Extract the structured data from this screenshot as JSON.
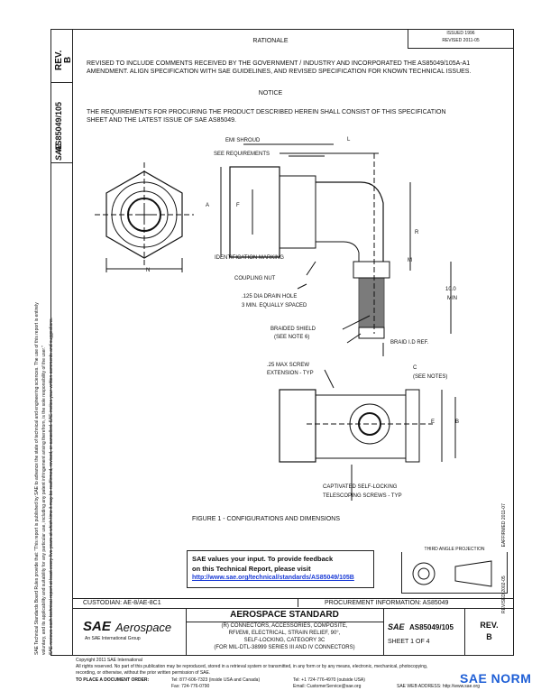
{
  "sidebar": {
    "rev_label": "REV.",
    "rev_value": "B",
    "doc_number": "AS85049/105",
    "sae_mark": "SAE",
    "legal_1": "SAE Technical Standards Board Rules provide that: \"This report is published by SAE to advance the state of technical and engineering sciences. The use of this report is entirely",
    "legal_2": "voluntary, and its applicability and suitability for any particular use, including any patent infringement arising therefrom, is the sole responsibility of the user.\"",
    "legal_3": "SAE reviews each technical report at least every five years at which time it may be reaffirmed, revised, or cancelled. SAE invites your written comments and suggestions."
  },
  "header": {
    "issued": "ISSUED 1996",
    "revised_line": "REVISED 2011-05",
    "rationale_title": "RATIONALE",
    "rationale_text": "REVISED TO INCLUDE COMMENTS RECEIVED BY THE GOVERNMENT / INDUSTRY AND INCORPORATED THE AS85049/105A-A1 AMENDMENT. ALIGN SPECIFICATION WITH SAE GUIDELINES, AND REVISED SPECIFICATION FOR KNOWN TECHNICAL ISSUES.",
    "notice_title": "NOTICE",
    "notice_text": "THE REQUIREMENTS FOR PROCURING THE PRODUCT DESCRIBED HEREIN SHALL CONSIST OF THIS SPECIFICATION SHEET AND THE LATEST ISSUE OF SAE AS85049."
  },
  "drawing": {
    "labels": {
      "emi_shroud": "EMI SHROUD",
      "see_requirements": "SEE REQUIREMENTS",
      "identification_marking": "IDENTIFICATION MARKING",
      "coupling_nut": "COUPLING NUT",
      "drain_hole_1": ".125 DIA DRAIN HOLE",
      "drain_hole_2": "3 MIN. EQUALLY SPACED",
      "braided_shield_1": "BRAIDED SHIELD",
      "braided_shield_2": "(SEE NOTE 6)",
      "braid_id": "BRAID I.D REF.",
      "min_dim": "10.0",
      "min_label": "MIN",
      "screw_ext_1": ".25 MAX SCREW",
      "screw_ext_2": "EXTENSION - TYP",
      "c_label": "C",
      "see_notes": "(SEE NOTES)",
      "captivated_1": "CAPTIVATED SELF-LOCKING",
      "captivated_2": "TELESCOPING SCREWS - TYP",
      "dim_a": "A",
      "dim_f": "F",
      "dim_l": "L",
      "dim_r": "R",
      "dim_m": "M",
      "dim_n": "N",
      "dim_b": "B",
      "dim_e": "E"
    },
    "figure_caption": "FIGURE 1 - CONFIGURATIONS AND DIMENSIONS"
  },
  "right_margin": {
    "reaffirmed": "REAFFIRMED 2011-07",
    "revised": "REVISED 2002-05"
  },
  "feedback": {
    "line1": "SAE values your input. To provide feedback",
    "line2": "on this Technical Report, please visit",
    "url": "http://www.sae.org/technical/standards/AS85049/105B"
  },
  "projection_label": "THIRD ANGLE PROJECTION",
  "custodian": "CUSTODIAN: AE-8/AE-8C1",
  "procurement": "PROCUREMENT INFORMATION: AS85049",
  "title_block": {
    "logo_sae": "SAE",
    "logo_aero": "Aerospace",
    "logo_sub": "An SAE International Group",
    "standard_title": "AEROSPACE STANDARD",
    "desc_1": "(R) CONNECTORS, ACCESSORIES, COMPOSITE,",
    "desc_2": "RFI/EMI, ELECTRICAL, STRAIN RELIEF, 90°,",
    "desc_3": "SELF-LOCKING, CATEGORY 3C",
    "desc_4": "(FOR MIL-DTL-38999 SERIES III AND IV CONNECTORS)",
    "sae_small": "SAE",
    "doc": "AS85049/105",
    "sheet": "SHEET 1 OF 4",
    "rev_label": "REV.",
    "rev_value": "B"
  },
  "footer": {
    "copyright": "Copyright 2011 SAE International",
    "rights": "All rights reserved. No part of this publication may be reproduced, stored in a retrieval system or transmitted, in any form or by any means, electronic, mechanical, photocopying,",
    "rights2": "recording, or otherwise, without the prior written permission of SAE.",
    "order_label": "TO PLACE A DOCUMENT ORDER:",
    "tel": "Tel: 877-606-7323 (inside USA and Canada)",
    "tel2": "Tel: +1 724-776-4970 (outside USA)",
    "fax": "Fax: 724-776-0790",
    "email": "Email: CustomerService@sae.org",
    "web": "SAE WEB ADDRESS: http://www.sae.org",
    "watermark": "SAE NORM"
  }
}
